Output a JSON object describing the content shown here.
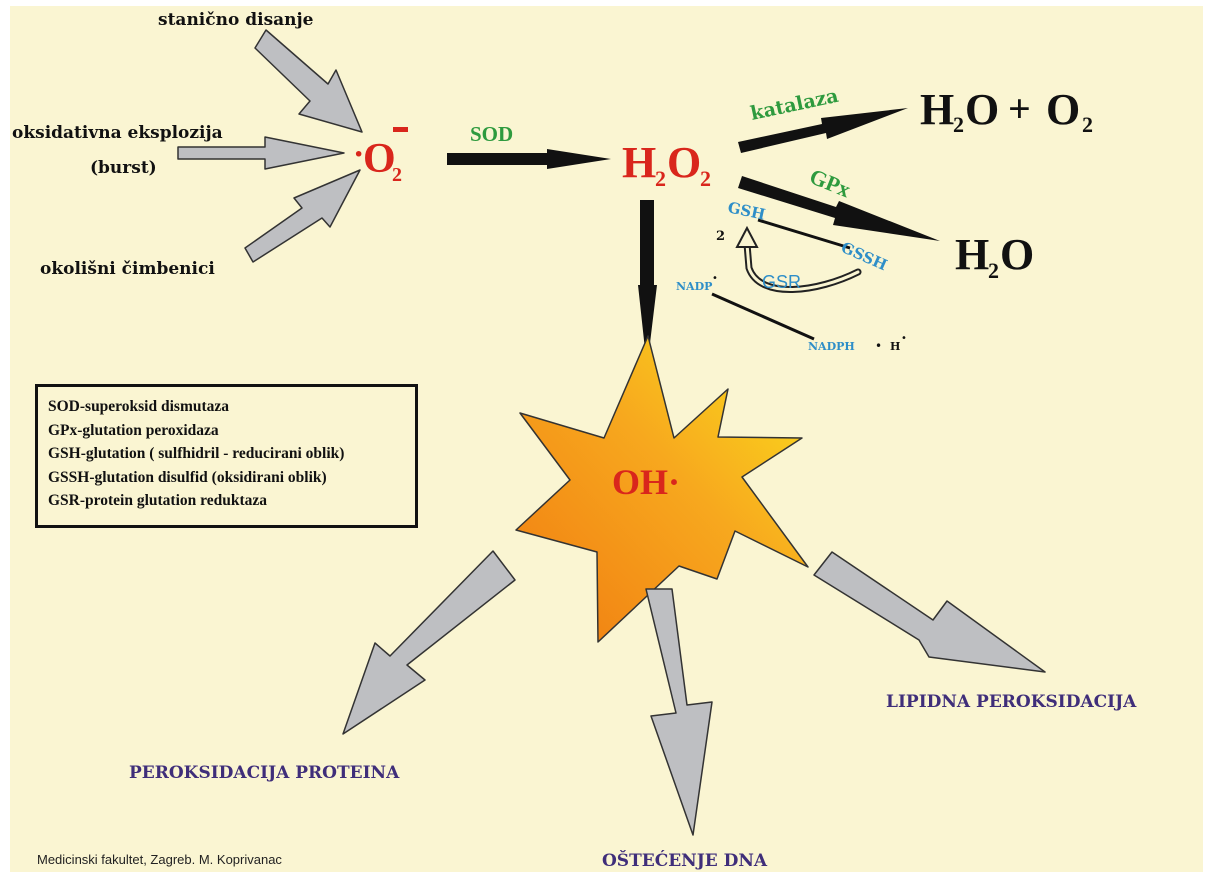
{
  "sources": {
    "cell_respiration": "stanično disanje",
    "oxidative_burst_line1": "oksidativna eksplozija",
    "oxidative_burst_line2": "(burst)",
    "environmental": "okolišni čimbenici"
  },
  "species": {
    "superoxide": {
      "dot": "·",
      "base": "O",
      "sub": "2",
      "sup": "-"
    },
    "hydrogen_peroxide": {
      "p1": "H",
      "s1": "2",
      "p2": "O",
      "s2": "2"
    },
    "water_oxygen": {
      "p1": "H",
      "s1": "2",
      "p2": "O",
      "plus": "+",
      "p3": "O",
      "s3": "2"
    },
    "water": {
      "p1": "H",
      "s1": "2",
      "p2": "O"
    },
    "hydroxyl": "OH·"
  },
  "enzymes": {
    "sod": "SOD",
    "catalase": "katalaza",
    "gpx": "GPx",
    "gsr": "GSR"
  },
  "cycle": {
    "gsh": "GSH",
    "gsh_coeff": "2",
    "gssh": "GSSH",
    "nadp": "NADP",
    "nadp_dot": "•",
    "nadph": "NADPH",
    "nadph_dot": "•",
    "h": "H",
    "h_dot": "•"
  },
  "legend": [
    "SOD-superoksid dismutaza",
    "GPx-glutation peroxidaza",
    "GSH-glutation ( sulfhidril - reducirani oblik)",
    "GSSH-glutation disulfid (oksidirani oblik)",
    "GSR-protein glutation reduktaza"
  ],
  "outcomes": {
    "protein": "PEROKSIDACIJA PROTEINA",
    "dna": "OŠTEĆENJE DNA",
    "lipid": "LIPIDNA PEROKSIDACIJA"
  },
  "credit": "Medicinski fakultet, Zagreb. M. Koprivanac",
  "colors": {
    "background": "#FAF5D2",
    "red": "#D9261C",
    "green": "#2E9A3E",
    "blue": "#2E8EC8",
    "purple": "#3F2E7A",
    "arrow_gray": "#BEBFC2"
  }
}
